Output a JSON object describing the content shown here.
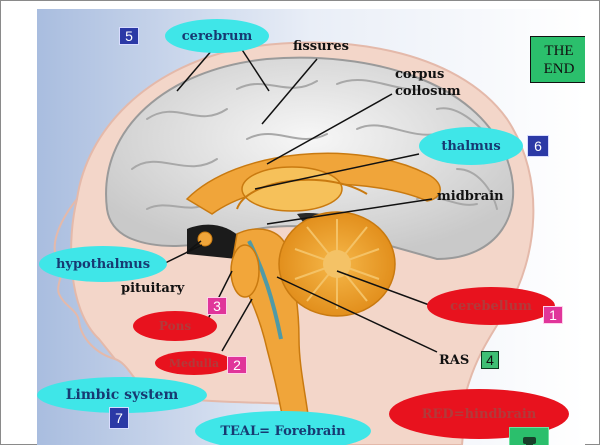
{
  "title_button": {
    "line1": "THE",
    "line2": "END"
  },
  "labels": {
    "cerebrum": "cerebrum",
    "fissures": "fissures",
    "corpus_line1": "corpus",
    "corpus_line2": "collosum",
    "thalmus": "thalmus",
    "midbrain": "midbrain",
    "hypothalmus": "hypothalmus",
    "pituitary": "pituitary",
    "cerebellum": "cerebellum",
    "pons": "Pons",
    "medulla": "Medulla",
    "ras": "RAS",
    "limbic": "Limbic system",
    "teal_forebrain": "TEAL= Forebrain",
    "red_hindbrain": "RED=hindbrain"
  },
  "numbers": {
    "n1": "1",
    "n2": "2",
    "n3": "3",
    "n4": "4",
    "n5": "5",
    "n6": "6",
    "n7": "7"
  },
  "colors": {
    "forebrain": "#3fe6e8",
    "hindbrain": "#e8121e",
    "button": "#2bbf6c",
    "number_blue": "#2b39a6",
    "number_pink": "#e0359a",
    "number_green": "#3fbf74"
  },
  "icons": {
    "next": "projector-icon"
  }
}
